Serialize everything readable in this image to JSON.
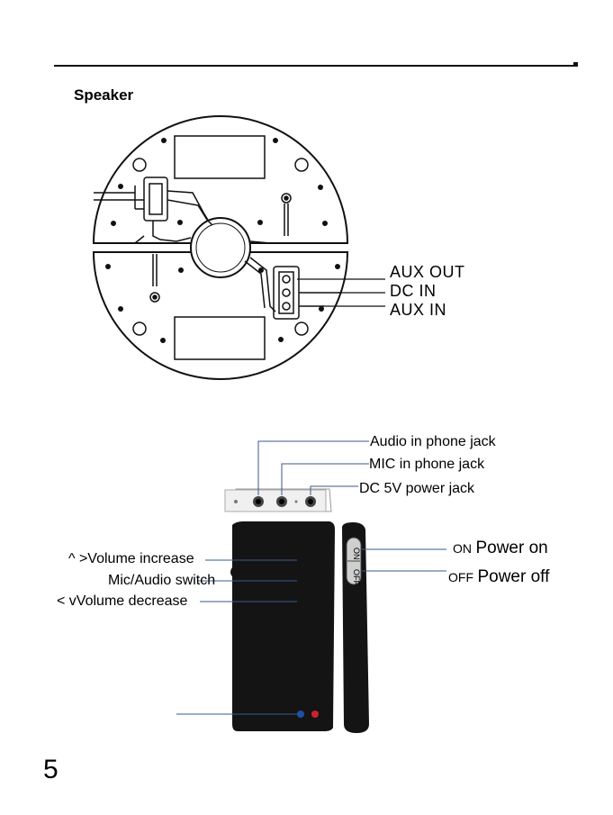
{
  "page": {
    "section_title": "Speaker",
    "page_number": "5"
  },
  "speaker_diagram": {
    "labels": [
      "AUX OUT",
      "DC IN",
      "AUX IN"
    ]
  },
  "remote_diagram": {
    "top_labels": [
      "Audio in phone jack",
      "MIC in phone jack",
      "DC 5V power jack"
    ],
    "left_labels": [
      {
        "symbol": "^ >",
        "text": "Volume increase"
      },
      {
        "symbol": "",
        "text": "Mic/Audio switch"
      },
      {
        "symbol": "< v",
        "text": "Volume decrease"
      }
    ],
    "switch_labels": [
      {
        "small": "ON",
        "big": "Power on"
      },
      {
        "small": "OFF",
        "big": "Power off"
      }
    ],
    "switch_marks": [
      "ON",
      "OFF"
    ],
    "indicator_colors": [
      "#1f4fa8",
      "#d0202a"
    ]
  }
}
